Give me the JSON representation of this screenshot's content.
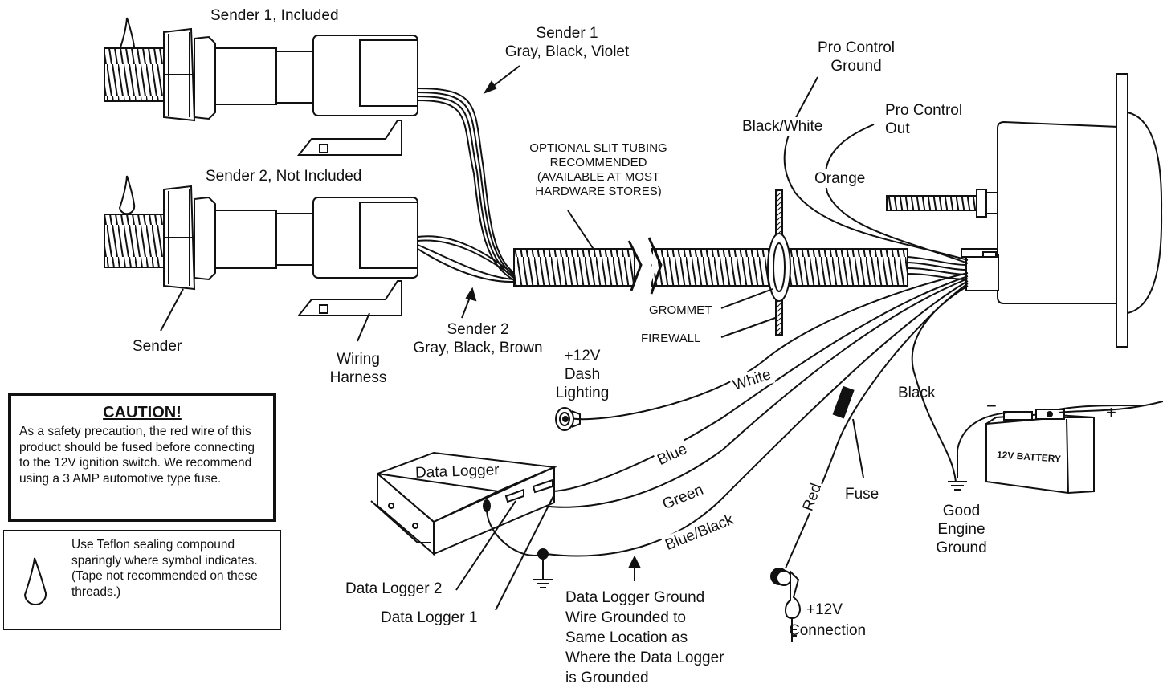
{
  "labels": {
    "sender1_title": "Sender 1, Included",
    "sender1_wires_l1": "Sender 1",
    "sender1_wires_l2": "Gray, Black, Violet",
    "sender2_title": "Sender 2, Not Included",
    "sender2_wires_l1": "Sender 2",
    "sender2_wires_l2": "Gray, Black, Brown",
    "sender": "Sender",
    "wiring_harness_l1": "Wiring",
    "wiring_harness_l2": "Harness",
    "tubing_l1": "OPTIONAL SLIT TUBING",
    "tubing_l2": "RECOMMENDED",
    "tubing_l3": "(AVAILABLE AT MOST",
    "tubing_l4": "HARDWARE STORES)",
    "grommet": "GROMMET",
    "firewall": "FIREWALL",
    "pro_ground_l1": "Pro Control",
    "pro_ground_l2": "Ground",
    "black_white": "Black/White",
    "pro_out_l1": "Pro Control",
    "pro_out_l2": "Out",
    "orange": "Orange",
    "dash_l1": "+12V",
    "dash_l2": "Dash",
    "dash_l3": "Lighting",
    "white": "White",
    "blue": "Blue",
    "green": "Green",
    "blue_black": "Blue/Black",
    "red": "Red",
    "fuse": "Fuse",
    "black": "Black",
    "battery": "12V BATTERY",
    "battery_minus": "−",
    "battery_plus": "+",
    "engine_ground_l1": "Good",
    "engine_ground_l2": "Engine",
    "engine_ground_l3": "Ground",
    "data_logger": "Data Logger",
    "data_logger_2": "Data Logger 2",
    "data_logger_1": "Data Logger 1",
    "dl_ground_l1": "Data Logger Ground",
    "dl_ground_l2": "Wire Grounded to",
    "dl_ground_l3": "Same Location as",
    "dl_ground_l4": "Where the Data Logger",
    "dl_ground_l5": "is Grounded",
    "conn_l1": "+12V",
    "conn_l2": "Connection"
  },
  "caution": {
    "title": "CAUTION!",
    "body": "As a safety precaution, the red wire of this product should be fused before connecting to the 12V ignition switch. We recommend using a 3 AMP automotive type fuse."
  },
  "teflon_note": "Use Teflon sealing compound sparingly where symbol indicates. (Tape not recommended on these threads.)"
}
